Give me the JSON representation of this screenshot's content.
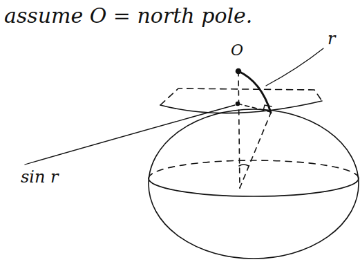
{
  "diagram": {
    "labels": [
      "assume O = north pole.",
      "O",
      "r",
      "sin r"
    ]
  }
}
